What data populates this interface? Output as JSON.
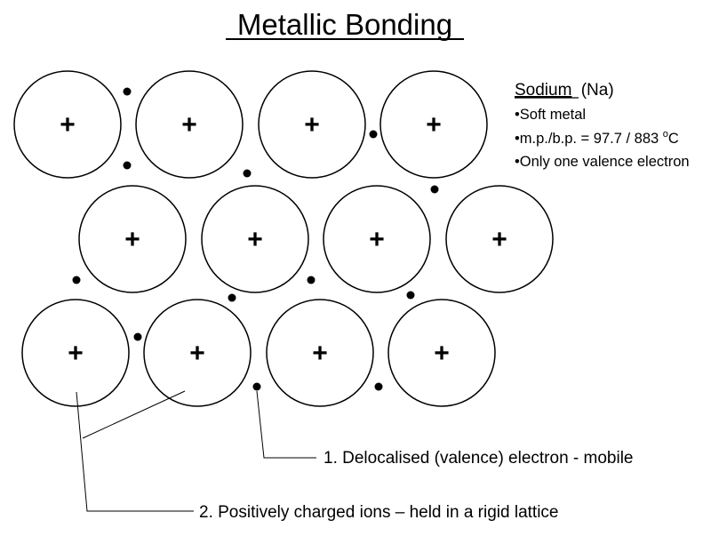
{
  "title": "Metallic Bonding",
  "info": {
    "element_name": "Sodium",
    "element_symbol": "(Na)",
    "bullets": [
      "•Soft metal",
      "•m.p./b.p. = 97.7 / 883 ",
      "•Only one valence electron"
    ],
    "degree_superscript": "o",
    "degree_unit": "C"
  },
  "ion_symbol": "+",
  "labels": {
    "electron": "1. Delocalised (valence) electron - mobile",
    "ions": "2. Positively charged ions – held in a rigid lattice"
  }
}
